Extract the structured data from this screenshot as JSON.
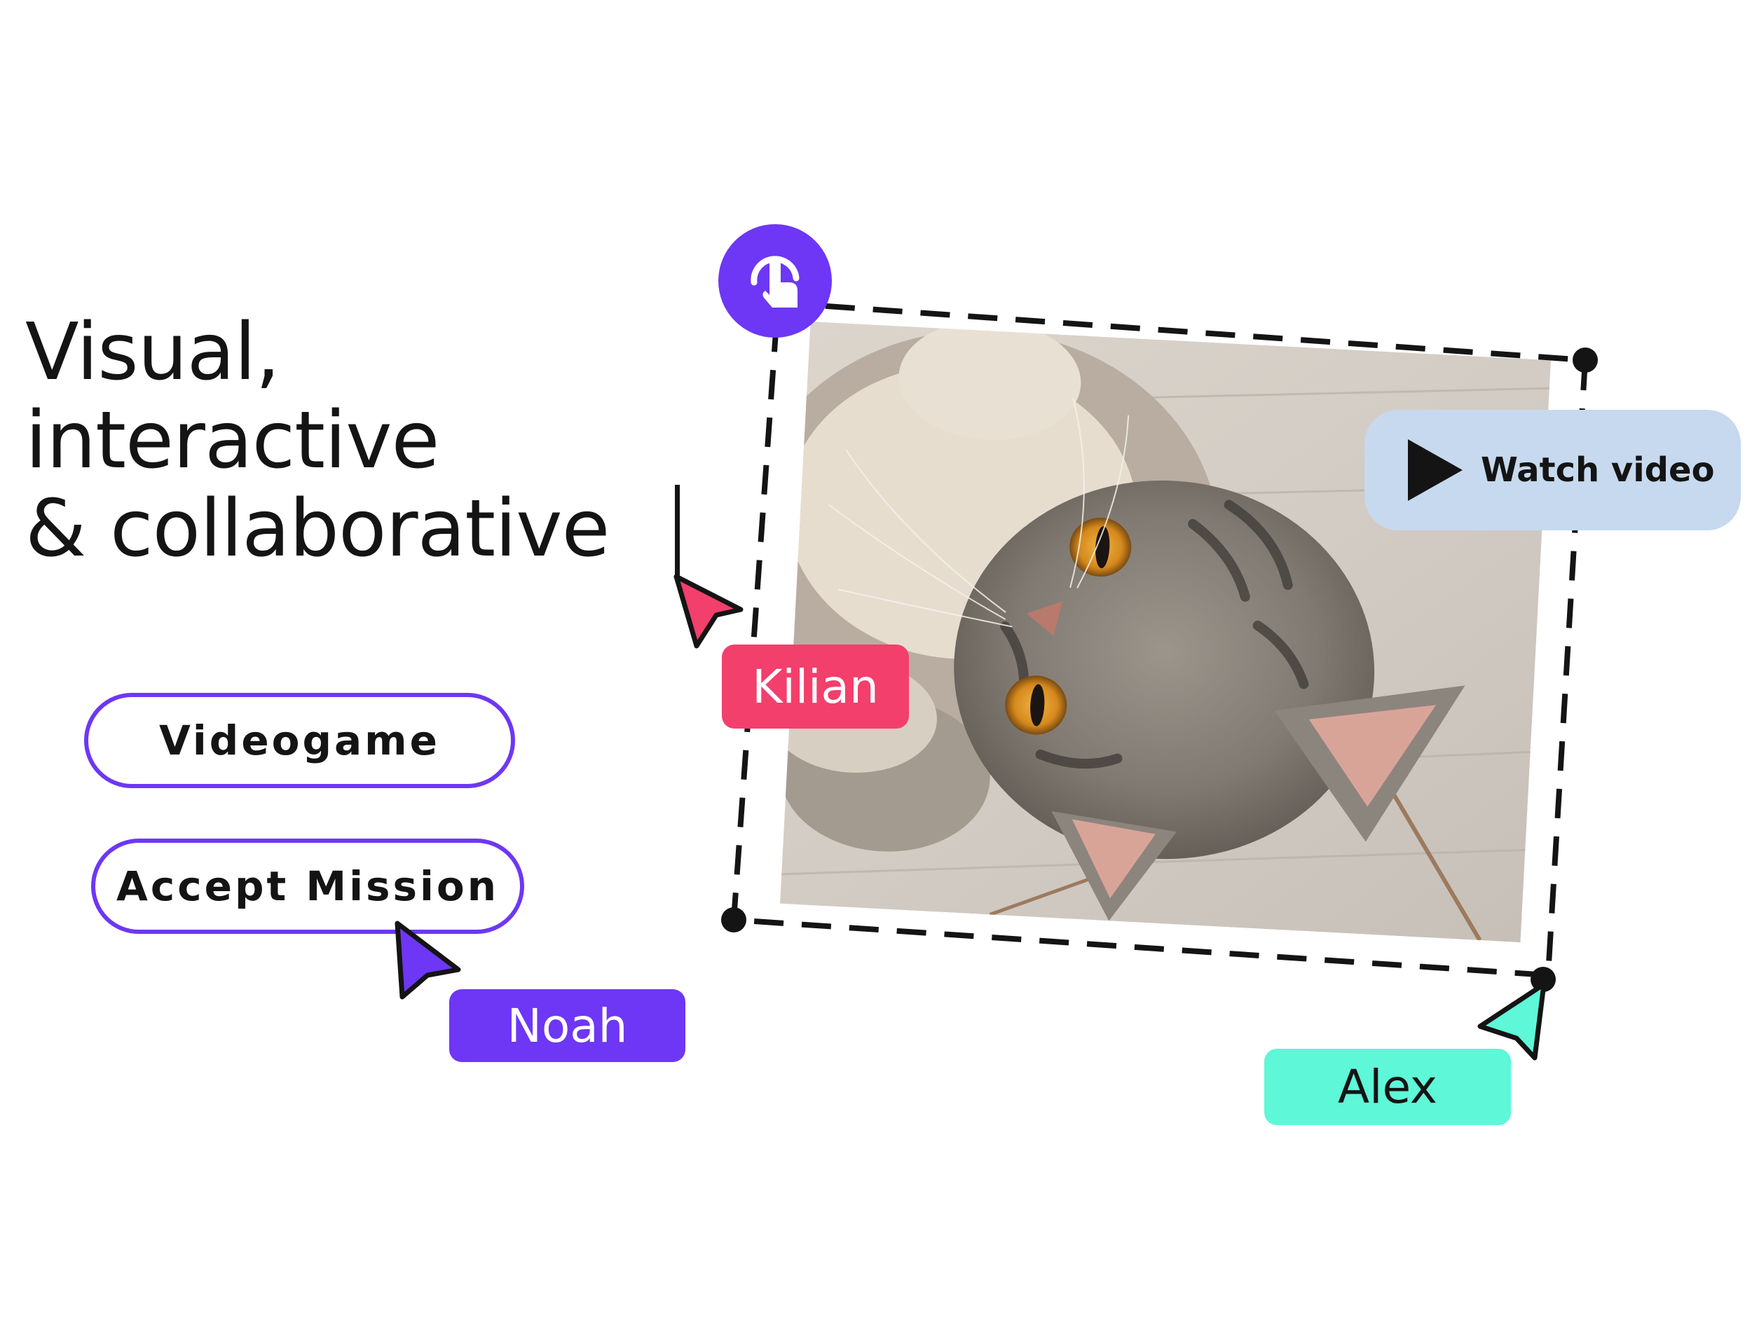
{
  "headline": {
    "line1": "Visual,",
    "line2": "interactive",
    "line3": "& collaborative"
  },
  "buttons": {
    "videogame": "Videogame",
    "accept_mission": "Accept Mission",
    "watch_video": "Watch video"
  },
  "collaborators": {
    "kilian": {
      "name": "Kilian",
      "color": "#f33f6c"
    },
    "noah": {
      "name": "Noah",
      "color": "#6d37f5"
    },
    "alex": {
      "name": "Alex",
      "color": "#5ef7d7"
    }
  },
  "icons": {
    "interaction_badge": "tap-hand-icon",
    "watch_video": "play-icon"
  },
  "colors": {
    "accent_purple": "#6d37f5",
    "watch_video_bg": "#c6d9ee",
    "ink": "#141414"
  }
}
